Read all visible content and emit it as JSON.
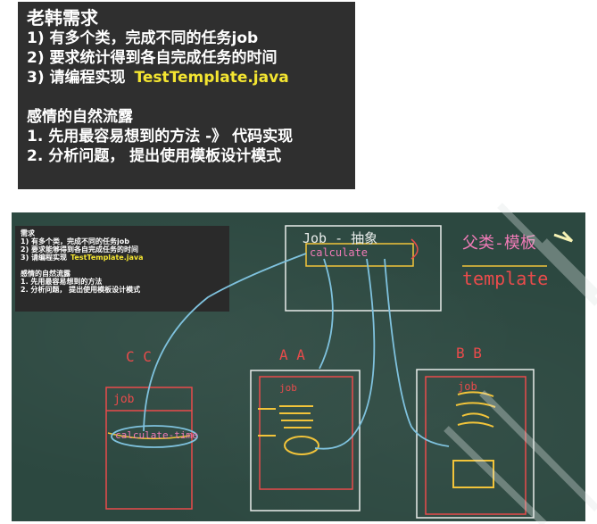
{
  "top_card": {
    "title": "老韩需求",
    "lines": [
      "1) 有多个类，完成不同的任务job",
      "2) 要求统计得到各自完成任务的时间",
      "3) 请编程实现"
    ],
    "highlight": "TestTemplate.java",
    "subtitle": "感情的自然流露",
    "steps": [
      "1. 先用最容易想到的方法 -》 代码实现",
      "2. 分析问题， 提出使用模板设计模式"
    ]
  },
  "board": {
    "mini_card": {
      "title": "需求",
      "lines": [
        "1) 有多个类，完成不同的任务job",
        "2) 要求能够得到各自完成任务的时间",
        "3) 请编程实现"
      ],
      "highlight": "TestTemplate.java",
      "subtitle": "感情的自然流露",
      "steps": [
        "1. 先用最容易想到的方法",
        "2. 分析问题， 提出使用模板设计模式"
      ]
    },
    "chalk": {
      "abstract_job": "Job - 抽象",
      "calculate": "calculate",
      "parent_template": "父类-模板",
      "template_word": "template",
      "class_c": "C C",
      "class_a": "A A",
      "class_b": "B B",
      "job_c": "job",
      "job_a": "job",
      "job_b": "job",
      "calculate_time": "calculate-time"
    },
    "colors": {
      "board": "#2c4840",
      "red": "#e94b4b",
      "yellow": "#f2c43a",
      "blue": "#7fc2de",
      "pink": "#f07bb7"
    }
  }
}
